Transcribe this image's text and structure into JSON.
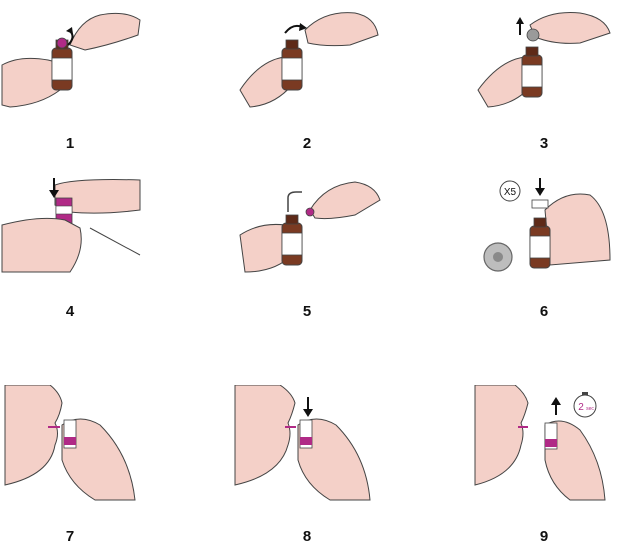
{
  "steps": [
    {
      "number": "1",
      "action": "unscrew-cap"
    },
    {
      "number": "2",
      "action": "remove-cap"
    },
    {
      "number": "3",
      "action": "discard-cap"
    },
    {
      "number": "4",
      "action": "attach-pump"
    },
    {
      "number": "5",
      "action": "screw-pump"
    },
    {
      "number": "6",
      "action": "prime-pump"
    },
    {
      "number": "7",
      "action": "insert-nozzle"
    },
    {
      "number": "8",
      "action": "press-pump"
    },
    {
      "number": "9",
      "action": "remove-and-hold"
    }
  ],
  "labels": {
    "prime_count": "X5",
    "hold_time": "2",
    "hold_unit": "sec"
  },
  "colors": {
    "skin": "#f4d0c8",
    "outline": "#444444",
    "bottle": "#7a3a22",
    "label": "#ffffff",
    "accent": "#b02a86",
    "arrow": "#111111",
    "cap_grey": "#9a9a9a"
  }
}
